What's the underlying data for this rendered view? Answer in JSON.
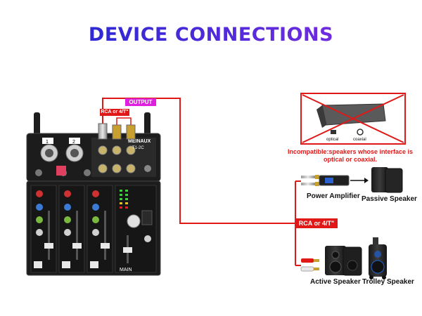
{
  "title": "DEVICE CONNECTIONS",
  "mixer": {
    "brand": "MEINAUX",
    "model": "T1-2C",
    "channel_labels": [
      "1",
      "2"
    ],
    "main_label": "MAIN"
  },
  "tags": {
    "output": "OUTPUT",
    "rca_small": "RCA or 4/T\"",
    "rca_main": "RCA or 4/T\""
  },
  "incompatible": {
    "optical_label": "optical",
    "coaxial_label": "coaxial",
    "warning": "Incompatible:speakers whose interface is optical or coaxial."
  },
  "devices": {
    "power_amplifier": "Power Amplifier",
    "passive_speaker": "Passive Speaker",
    "active_speaker": "Active Speaker",
    "trolley_speaker": "Trolley Speaker"
  },
  "colors": {
    "title": "#3a2fd0",
    "cable": "#e01818",
    "output_tag": "#e020e0",
    "rca_tag": "#e01818",
    "mixer_body": "#1c1c1c"
  }
}
